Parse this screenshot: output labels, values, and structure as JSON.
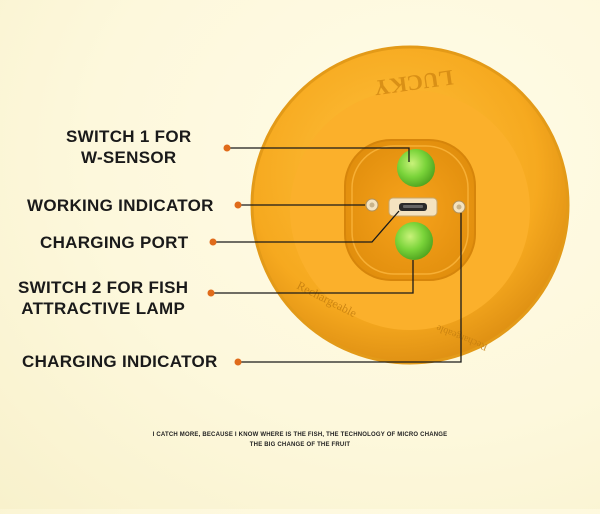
{
  "labels": {
    "switch1_line1": "SWITCH 1 FOR",
    "switch1_line2": "W-SENSOR",
    "working_indicator": "WORKING INDICATOR",
    "charging_port": "CHARGING PORT",
    "switch2_line1": "SWITCH 2 FOR FISH",
    "switch2_line2": "ATTRACTIVE LAMP",
    "charging_indicator": "CHARGING INDICATOR"
  },
  "device": {
    "brand_text": "LUCKY",
    "bottom_text": "Rechargeable",
    "right_text": "Rechargeable"
  },
  "footer": {
    "line1": "I CATCH MORE, BECAUSE I KNOW WHERE IS THE FISH, THE TECHNOLOGY OF MICRO CHANGE",
    "line2": "THE BIG CHANGE OF THE FRUIT"
  },
  "colors": {
    "device_orange": "#f6a91f",
    "device_dark": "#d98a10",
    "switch_green": "#7ad43a",
    "callout_dot": "#e06b1a"
  }
}
